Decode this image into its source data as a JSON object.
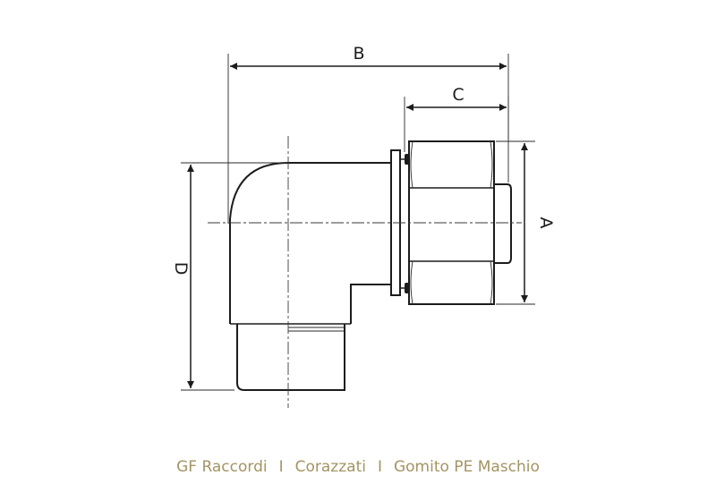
{
  "dimensions": {
    "b": "B",
    "c": "C",
    "a": "A",
    "d": "D"
  },
  "caption": {
    "brand": "GF Raccordi",
    "separator": "I",
    "category": "Corazzati",
    "product": "Gomito PE Maschio"
  },
  "colors": {
    "line": "#1c1c1c",
    "caption": "#a39463"
  }
}
